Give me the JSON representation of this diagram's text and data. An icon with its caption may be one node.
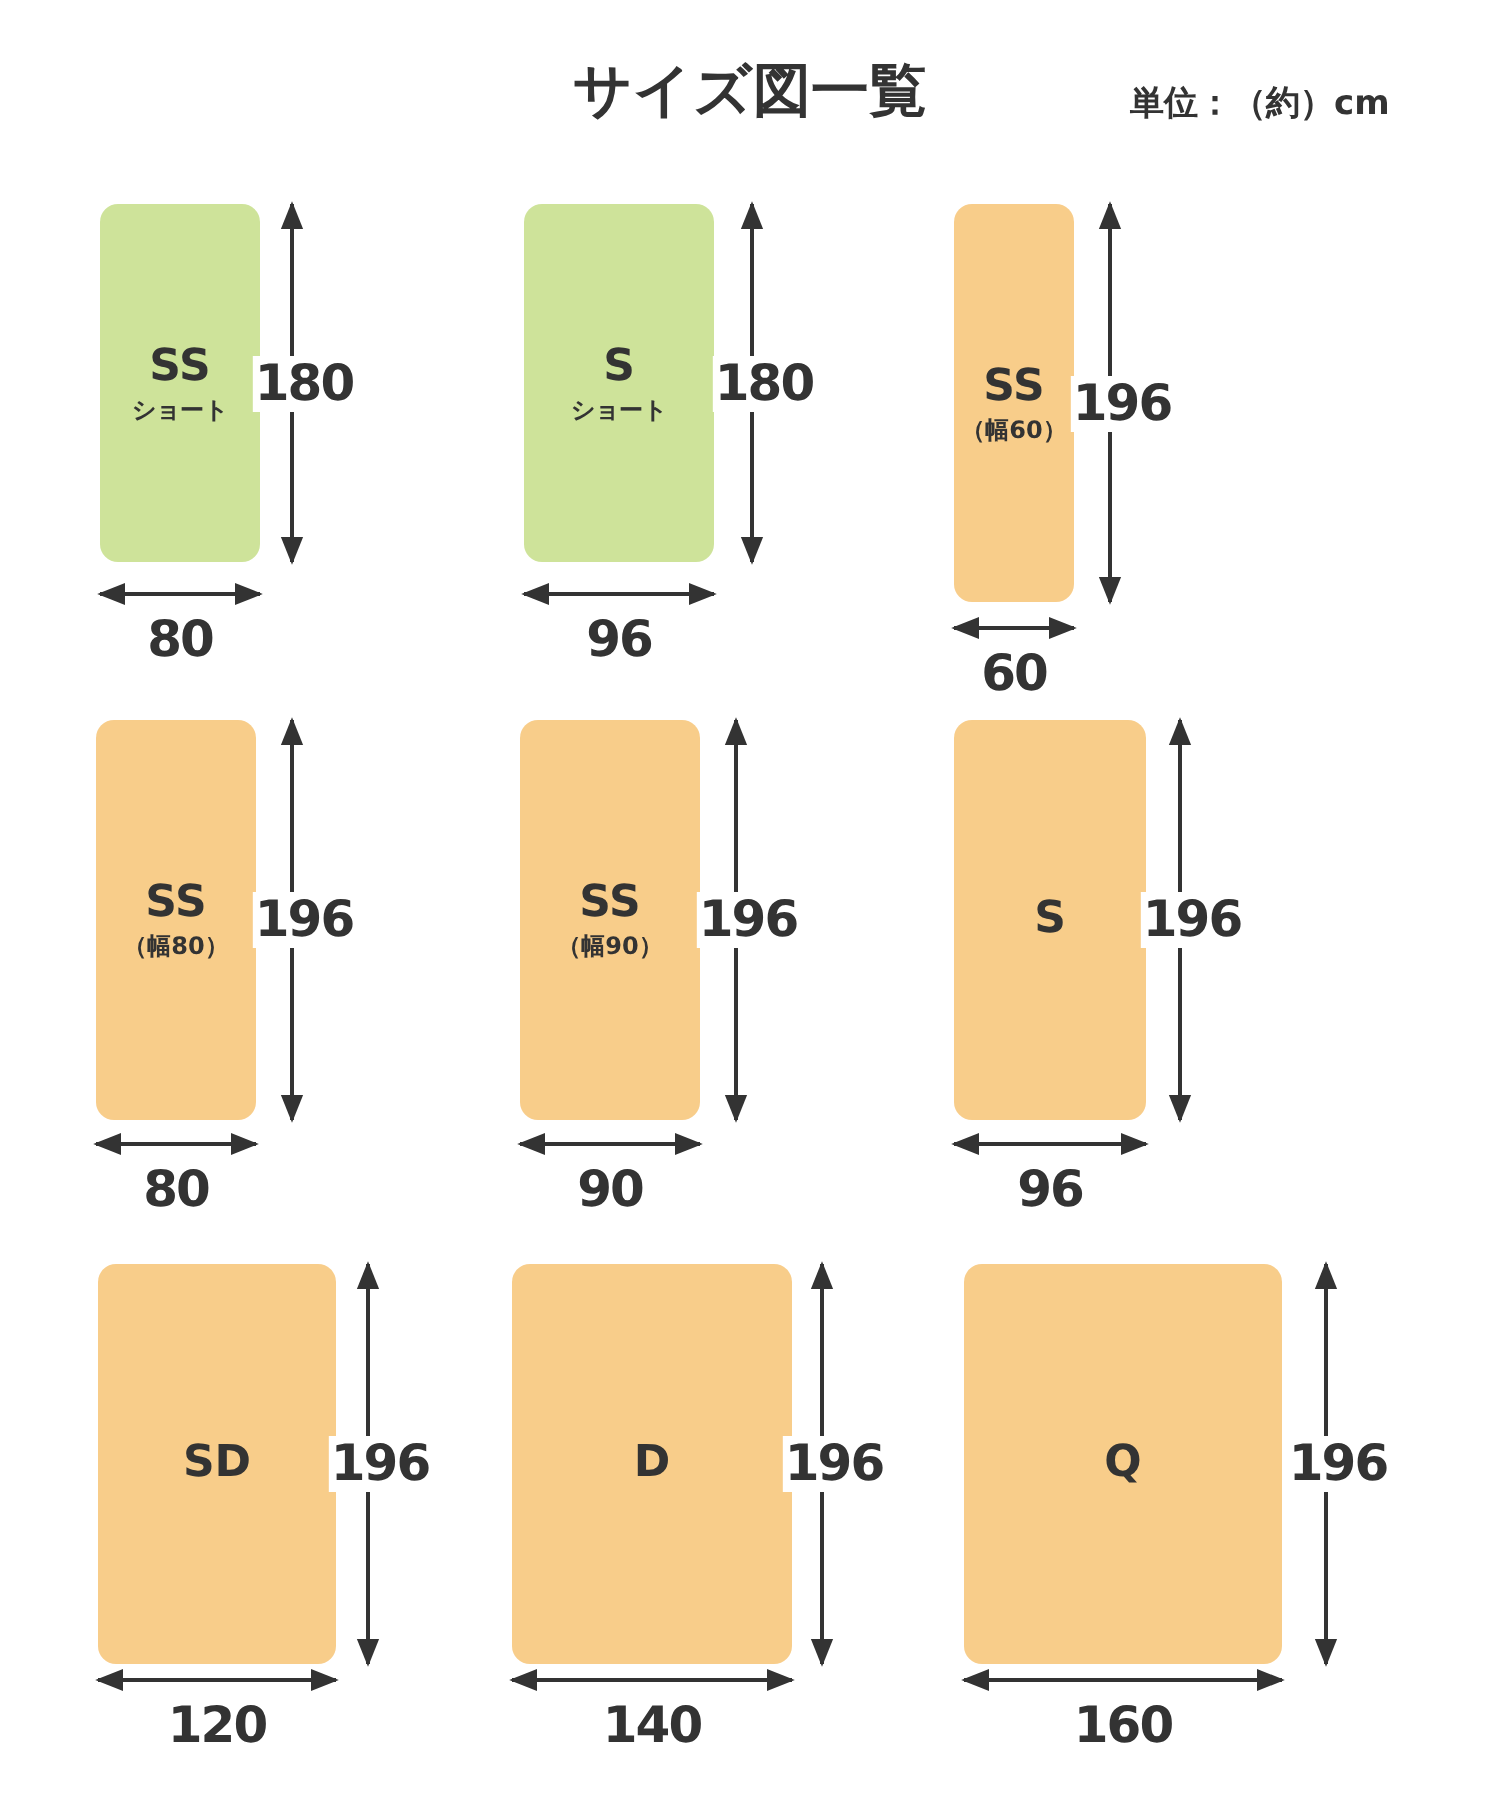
{
  "diagram": {
    "title": "サイズ図一覧",
    "nodes": [
      {
        "text": [
          "SS",
          "ショート"
        ]
      },
      {
        "text": [
          "S",
          "ショート"
        ]
      },
      {
        "text": [
          "SS",
          "（幅60）"
        ]
      },
      {
        "text": [
          "SS",
          "（幅80）"
        ]
      },
      {
        "text": [
          "SS",
          "（幅90）"
        ]
      },
      {
        "text": [
          "S"
        ]
      },
      {
        "text": [
          "SD"
        ]
      },
      {
        "text": [
          "D"
        ]
      },
      {
        "text": [
          "Q"
        ]
      }
    ],
    "edges": [],
    "labels": [
      "単位：（約）cm",
      "180",
      "180",
      "196",
      "80",
      "96",
      "60",
      "196",
      "196",
      "196",
      "80",
      "90",
      "96",
      "196",
      "196",
      "196",
      "120",
      "140",
      "160"
    ]
  }
}
